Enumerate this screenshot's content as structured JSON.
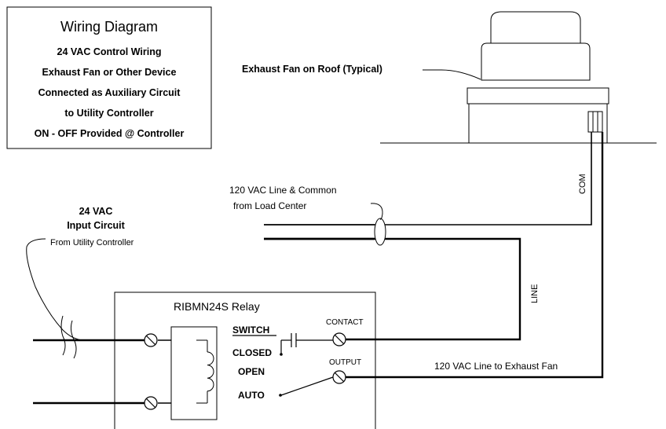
{
  "title_box": {
    "title": "Wiring Diagram",
    "lines": [
      "24 VAC Control Wiring",
      "Exhaust Fan or Other Device",
      "Connected as  Auxiliary Circuit",
      "to Utility Controller",
      "ON - OFF Provided @ Controller"
    ]
  },
  "fan": {
    "label": "Exhaust Fan on Roof  (Typical)"
  },
  "supply": {
    "line1": "120 VAC Line  &  Common",
    "line2": "from Load Center"
  },
  "input": {
    "line1": "24 VAC",
    "line2": "Input Circuit",
    "line3": "From Utility Controller"
  },
  "wires": {
    "com": "COM",
    "line": "LINE",
    "output_line": "120 VAC Line to Exhaust Fan"
  },
  "relay": {
    "title": "RIBMN24S  Relay",
    "switch": "SWITCH",
    "closed": "CLOSED",
    "open": "OPEN",
    "auto": "AUTO",
    "contact": "CONTACT",
    "output": "OUTPUT"
  }
}
